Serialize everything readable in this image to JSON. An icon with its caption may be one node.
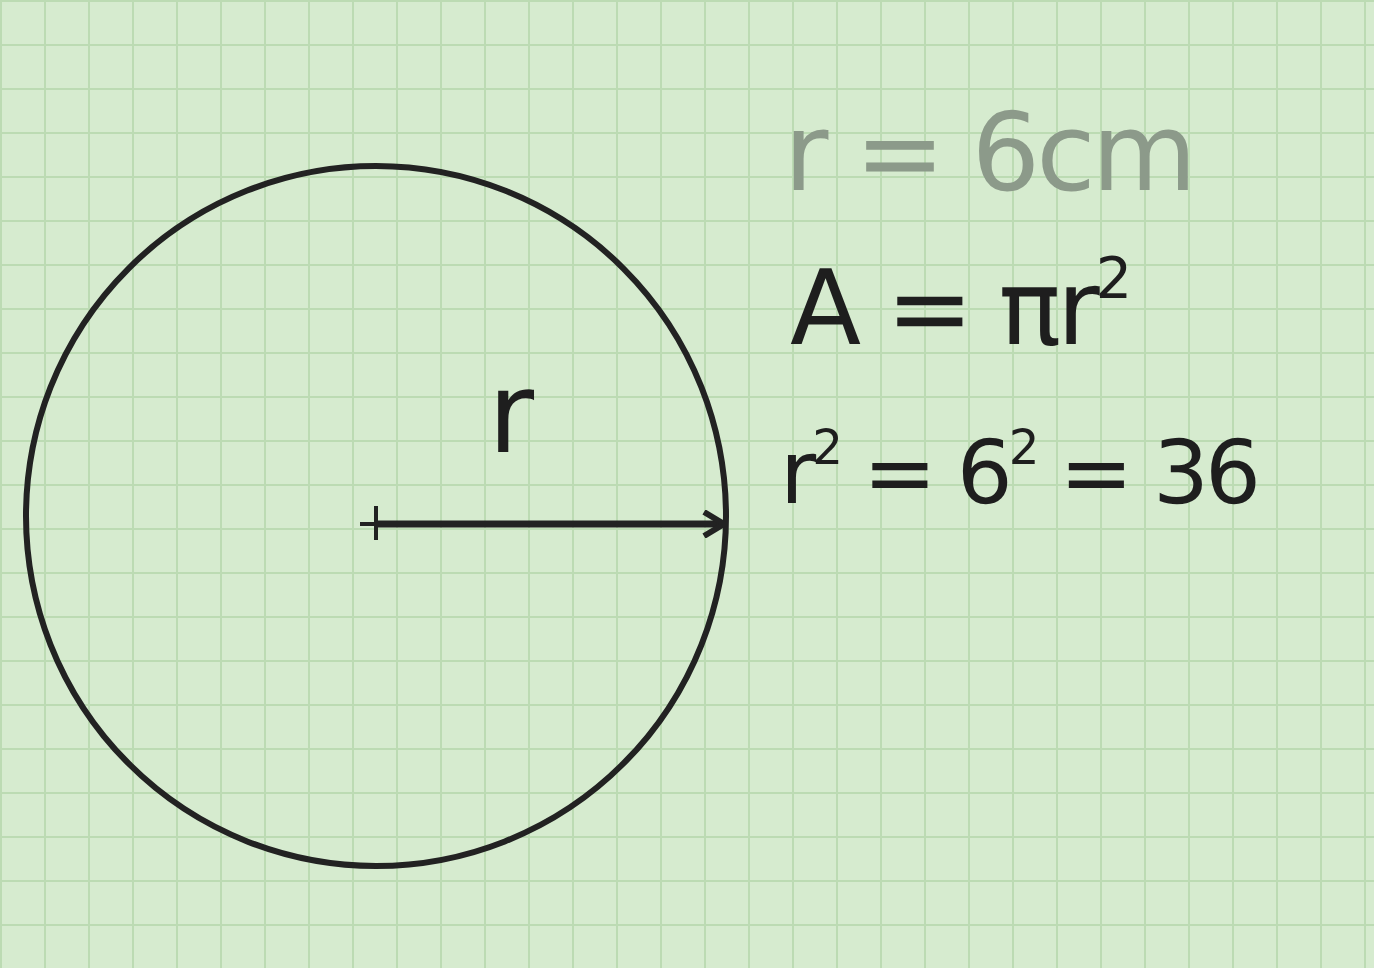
{
  "diagram": {
    "labels": [
      "r = 6cm",
      "A = πr$^{2}$",
      "r",
      "r$^{2}$ = 6$^{2}$ = 36"
    ]
  }
}
